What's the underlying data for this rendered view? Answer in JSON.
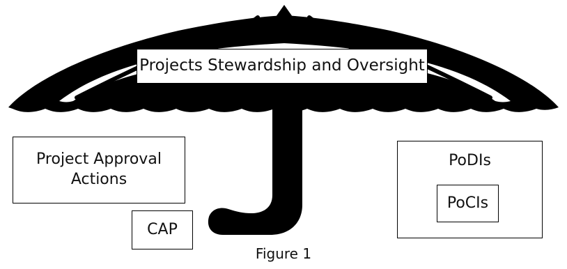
{
  "diagram": {
    "top_label": "Projects Stewardship and Oversight",
    "left_box_label": "Project Approval Actions",
    "cap_label": "CAP",
    "podis_label": "PoDIs",
    "pocis_label": "PoCIs",
    "caption": "Figure 1"
  },
  "colors": {
    "umbrella": "#000000",
    "background": "#ffffff",
    "text": "#111111"
  }
}
